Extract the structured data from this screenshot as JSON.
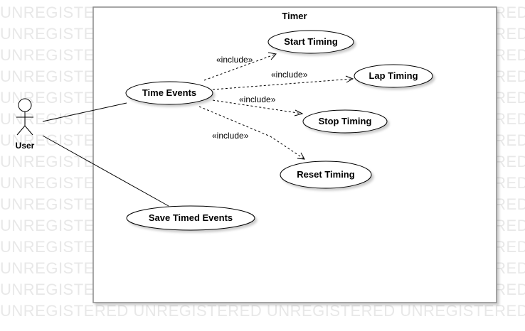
{
  "watermark": {
    "text": "UNREGISTERED"
  },
  "system": {
    "title": "Timer"
  },
  "actor": {
    "name": "User"
  },
  "use_cases": {
    "time_events": "Time Events",
    "start_timing": "Start Timing",
    "lap_timing": "Lap Timing",
    "stop_timing": "Stop Timing",
    "reset_timing": "Reset Timing",
    "save_timed_events": "Save Timed Events"
  },
  "relations": {
    "include_start": "«include»",
    "include_lap": "«include»",
    "include_stop": "«include»",
    "include_reset": "«include»"
  }
}
